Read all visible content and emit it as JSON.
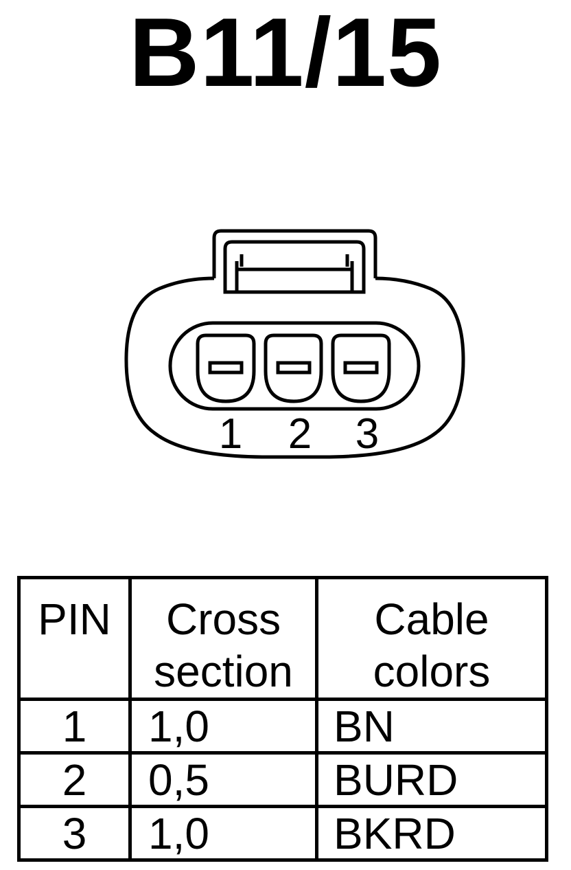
{
  "connector": {
    "title": "B11/15",
    "pins": [
      {
        "number": "1"
      },
      {
        "number": "2"
      },
      {
        "number": "3"
      }
    ]
  },
  "table": {
    "headers": {
      "pin": "PIN",
      "cross_line1": "Cross",
      "cross_line2": "section",
      "color_line1": "Cable",
      "color_line2": "colors"
    },
    "rows": [
      {
        "pin": "1",
        "cross_section": "1,0",
        "color": "BN"
      },
      {
        "pin": "2",
        "cross_section": "0,5",
        "color": "BURD"
      },
      {
        "pin": "3",
        "cross_section": "1,0",
        "color": "BKRD"
      }
    ]
  },
  "colors": {
    "line": "#000000",
    "background": "#ffffff"
  }
}
